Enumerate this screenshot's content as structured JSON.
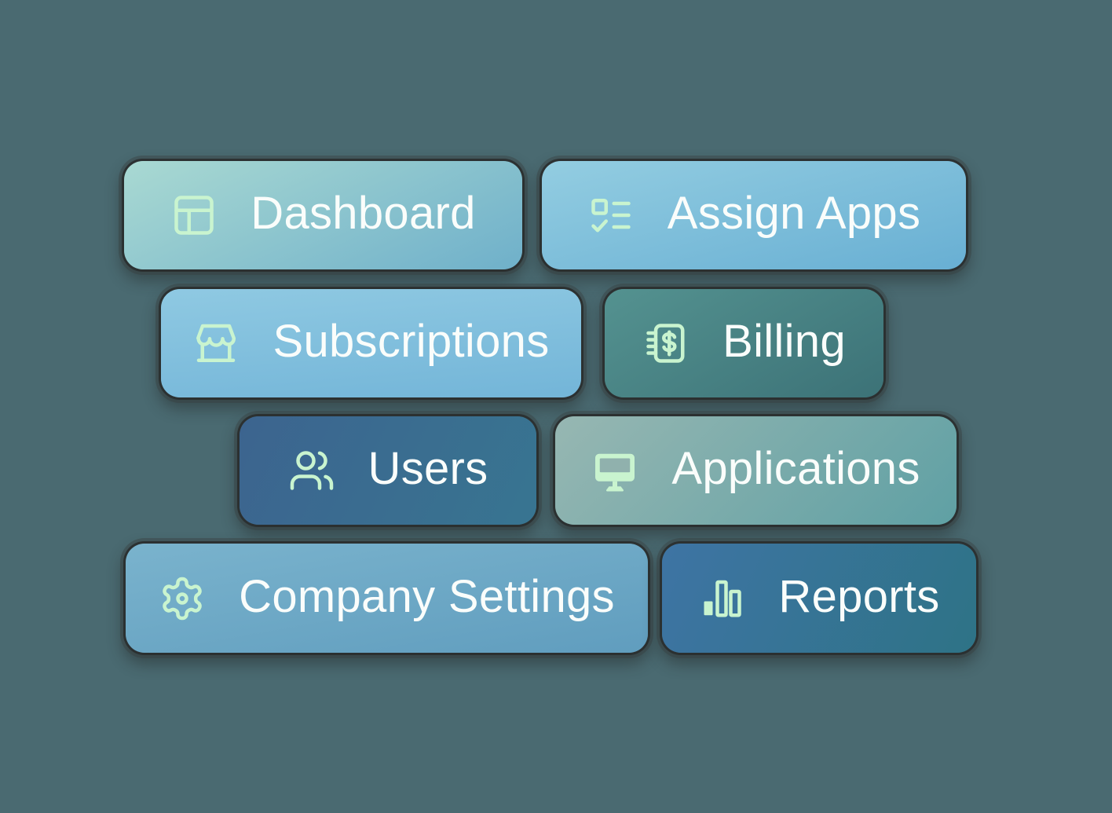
{
  "colors": {
    "background": "#4a6a71",
    "icon": "#c9f4cf",
    "text": "#fafdfb"
  },
  "buttons": [
    {
      "label": "Dashboard",
      "icon": "dashboard-panels-icon",
      "gradient": {
        "angle": "155deg",
        "from": "#a9d9d2",
        "to": "#6fb0ca"
      }
    },
    {
      "label": "Assign Apps",
      "icon": "assign-apps-checklist-icon",
      "gradient": {
        "angle": "165deg",
        "from": "#93cde1",
        "to": "#68afd3"
      }
    },
    {
      "label": "Subscriptions",
      "icon": "subscriptions-store-icon",
      "gradient": {
        "angle": "175deg",
        "from": "#8fc9e2",
        "to": "#73b5d8"
      }
    },
    {
      "label": "Billing",
      "icon": "billing-invoice-icon",
      "gradient": {
        "angle": "150deg",
        "from": "#549290",
        "to": "#3c7277"
      }
    },
    {
      "label": "Users",
      "icon": "users-icon",
      "gradient": {
        "angle": "115deg",
        "from": "#3c648f",
        "to": "#387591"
      }
    },
    {
      "label": "Applications",
      "icon": "applications-monitor-icon",
      "gradient": {
        "angle": "135deg",
        "from": "#97b7b2",
        "to": "#5fa0a4"
      }
    },
    {
      "label": "Company Settings",
      "icon": "company-settings-gear-icon",
      "gradient": {
        "angle": "170deg",
        "from": "#7ab3cd",
        "to": "#609dbe"
      }
    },
    {
      "label": "Reports",
      "icon": "reports-bar-chart-icon",
      "gradient": {
        "angle": "115deg",
        "from": "#3e74a4",
        "to": "#2e7386"
      }
    }
  ]
}
